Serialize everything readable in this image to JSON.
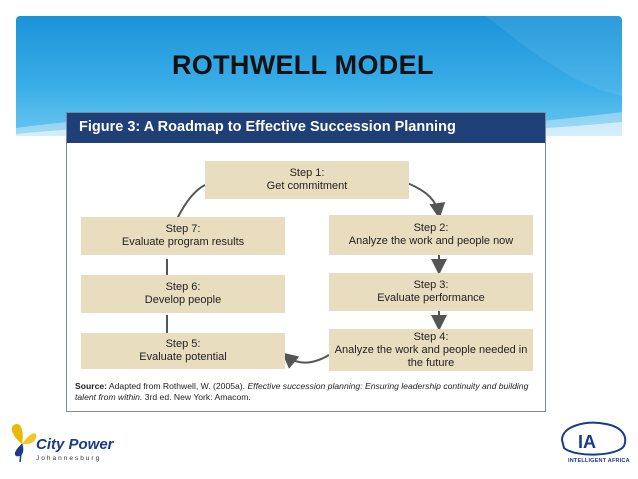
{
  "slide": {
    "title": "ROTHWELL MODEL"
  },
  "figure": {
    "title": "Figure 3: A Roadmap to Effective Succession Planning",
    "steps": [
      {
        "number": "Step 1:",
        "text": "Get commitment"
      },
      {
        "number": "Step 2:",
        "text": "Analyze the work and people now"
      },
      {
        "number": "Step 3:",
        "text": "Evaluate performance"
      },
      {
        "number": "Step 4:",
        "text": "Analyze the work and people needed in the future"
      },
      {
        "number": "Step 5:",
        "text": "Evaluate potential"
      },
      {
        "number": "Step 6:",
        "text": "Develop people"
      },
      {
        "number": "Step 7:",
        "text": "Evaluate program results"
      }
    ],
    "source": {
      "label": "Source:",
      "prefix": "Adapted from Rothwell, W. (2005a).",
      "title": "Effective succession planning: Ensuring leadership continuity and building talent from within.",
      "suffix": "3rd ed. New York: Amacom."
    }
  },
  "logos": {
    "left": {
      "brand": "City Power",
      "city": "Johannesburg"
    },
    "right": {
      "name": "INTELLIGENT AFRICA",
      "mark": "IA"
    }
  },
  "colors": {
    "header": "#1c93d9",
    "figure_bar": "#1f3f77",
    "step_fill": "#e8ddbf",
    "arrow": "#555555"
  }
}
